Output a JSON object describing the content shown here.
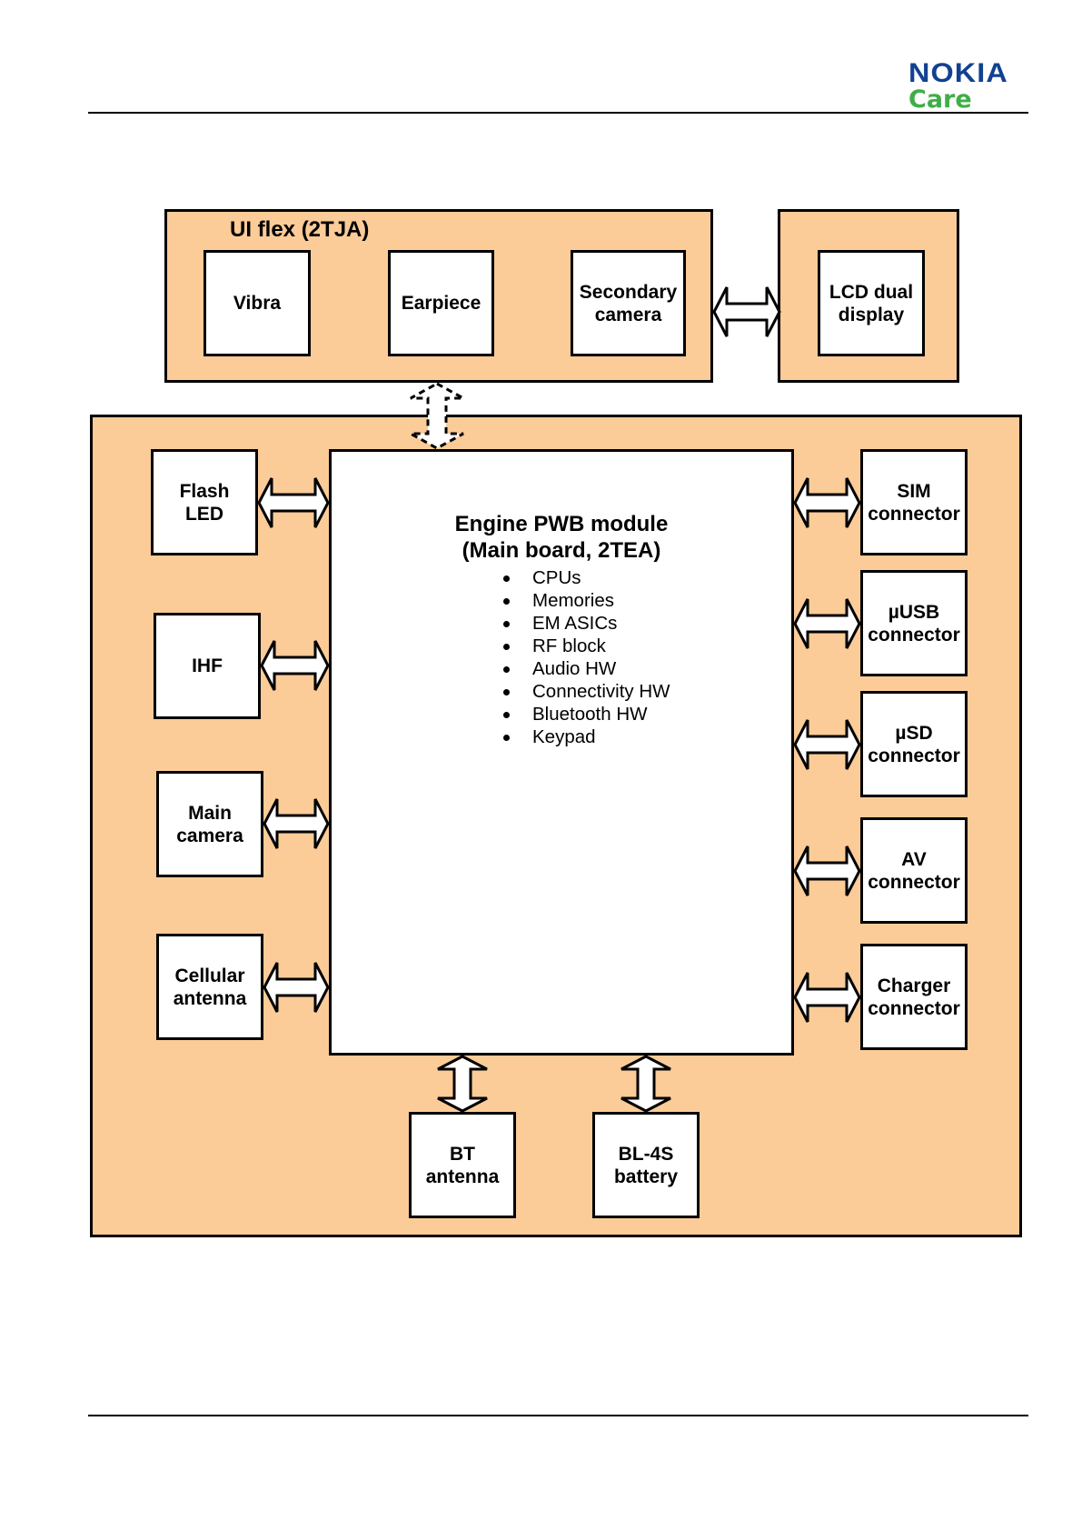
{
  "header": {
    "logo_brand": "NOKIA",
    "logo_sub": "Care",
    "brand_color": "#124191",
    "care_color": "#3fae49"
  },
  "diagram": {
    "panel_color": "#fbcb98",
    "ui_flex": {
      "title": "UI flex (2TJA)",
      "items": [
        {
          "label": "Vibra"
        },
        {
          "label": "Earpiece"
        },
        {
          "label": "Secondary\ncamera"
        }
      ]
    },
    "lcd": {
      "label": "LCD dual\ndisplay"
    },
    "engine": {
      "title_line1": "Engine PWB module",
      "title_line2": "(Main board, 2TEA)",
      "bullets": [
        "CPUs",
        "Memories",
        "EM ASICs",
        "RF block",
        "Audio HW",
        "Connectivity HW",
        "Bluetooth HW",
        "Keypad"
      ]
    },
    "left_blocks": [
      {
        "label": "Flash\nLED"
      },
      {
        "label": "IHF"
      },
      {
        "label": "Main\ncamera"
      },
      {
        "label": "Cellular\nantenna"
      }
    ],
    "right_blocks": [
      {
        "label": "SIM\nconnector"
      },
      {
        "label": "µUSB\nconnector"
      },
      {
        "label": "µSD\nconnector"
      },
      {
        "label": "AV\nconnector"
      },
      {
        "label": "Charger\nconnector"
      }
    ],
    "bottom_blocks": [
      {
        "label": "BT\nantenna"
      },
      {
        "label": "BL-4S\nbattery"
      }
    ]
  }
}
